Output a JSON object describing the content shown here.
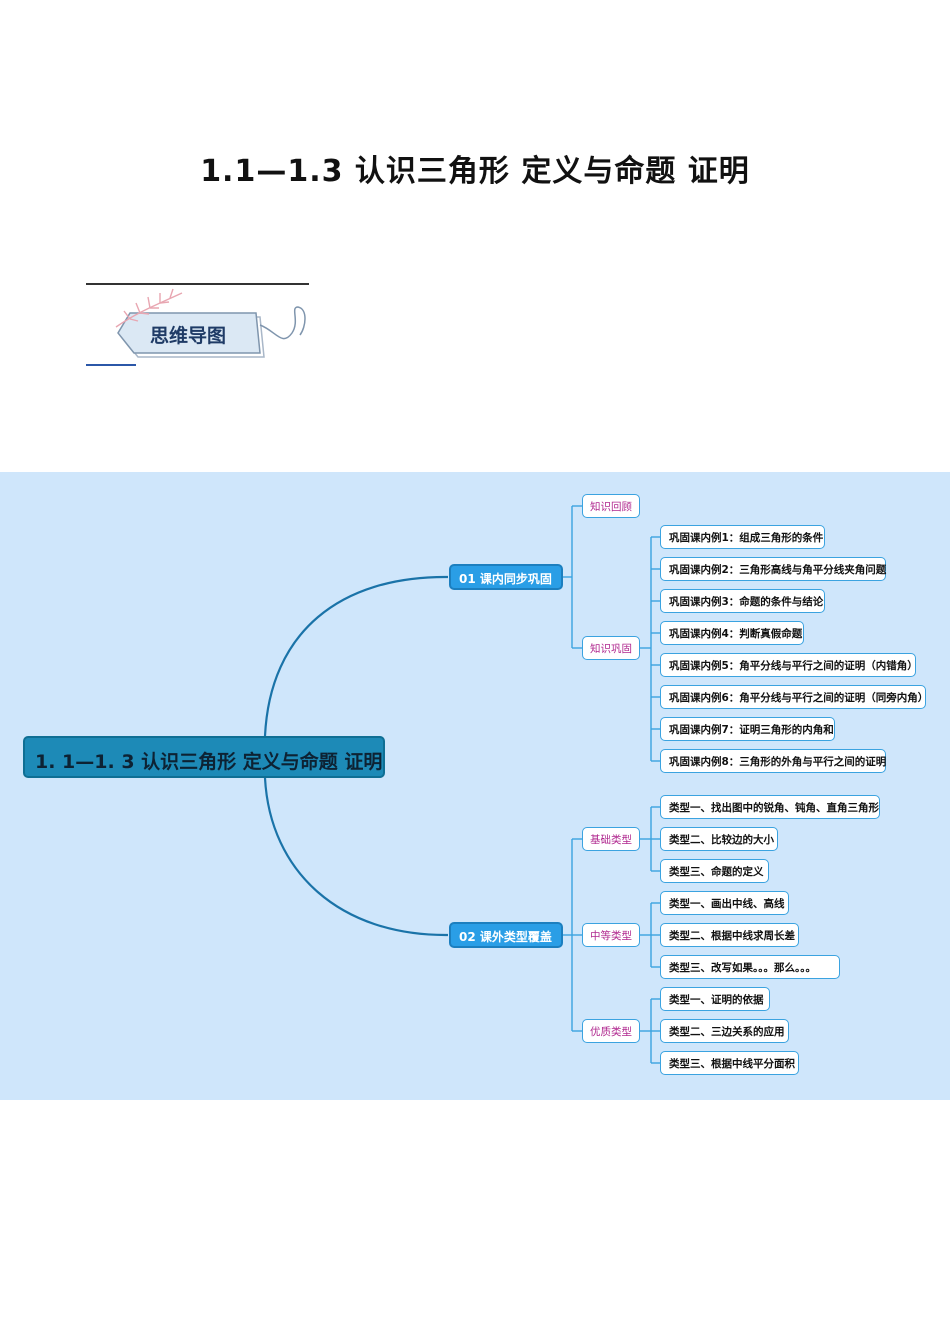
{
  "title": "1.1—1.3  认识三角形  定义与命题  证明",
  "badge": {
    "label": "思维导图"
  },
  "mindmap": {
    "root": "1. 1—1. 3  认识三角形  定义与命题  证明",
    "branches": [
      {
        "label": "01  课内同步巩固",
        "groups": [
          {
            "label": "知识回顾",
            "items": []
          },
          {
            "label": "知识巩固",
            "items": [
              "巩固课内例1：组成三角形的条件",
              "巩固课内例2：三角形高线与角平分线夹角问题",
              "巩固课内例3：命题的条件与结论",
              "巩固课内例4：判断真假命题",
              "巩固课内例5：角平分线与平行之间的证明（内错角）",
              "巩固课内例6：角平分线与平行之间的证明（同旁内角）",
              "巩固课内例7：证明三角形的内角和",
              "巩固课内例8：三角形的外角与平行之间的证明"
            ]
          }
        ]
      },
      {
        "label": "02  课外类型覆盖",
        "groups": [
          {
            "label": "基础类型",
            "items": [
              "类型一、找出图中的锐角、钝角、直角三角形",
              "类型二、比较边的大小",
              "类型三、命题的定义"
            ]
          },
          {
            "label": "中等类型",
            "items": [
              "类型一、画出中线、高线",
              "类型二、根据中线求周长差",
              "类型三、改写如果。。。那么。。。"
            ]
          },
          {
            "label": "优质类型",
            "items": [
              "类型一、证明的依据",
              "类型二、三边关系的应用",
              "类型三、根据中线平分面积"
            ]
          }
        ]
      }
    ]
  }
}
